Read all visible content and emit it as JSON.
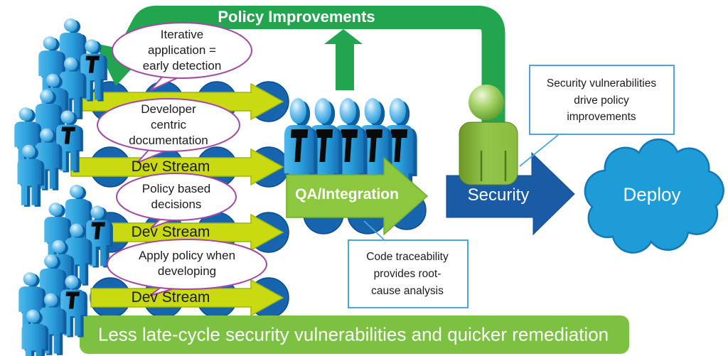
{
  "loop": {
    "label": "Policy Improvements"
  },
  "streams": {
    "row_labels": [
      "",
      "Dev Stream",
      "Dev Stream",
      "Dev Stream"
    ]
  },
  "bubbles": [
    {
      "lines": [
        "Iterative",
        "application =",
        "early detection"
      ]
    },
    {
      "lines": [
        "Developer",
        "centric",
        "documentation"
      ]
    },
    {
      "lines": [
        "Policy based",
        "decisions"
      ]
    },
    {
      "lines": [
        "Apply policy when",
        "developing"
      ]
    }
  ],
  "stages": {
    "qa": {
      "label": "QA/Integration"
    },
    "security": {
      "label": "Security"
    },
    "deploy": {
      "label": "Deploy"
    }
  },
  "callouts": [
    {
      "lines": [
        "Security vulnerabilities",
        "drive policy",
        "improvements"
      ]
    },
    {
      "lines": [
        "Code traceability",
        "provides root-",
        "cause analysis"
      ]
    }
  ],
  "banner": {
    "label": "Less late-cycle security vulnerabilities and quicker remediation"
  },
  "icons": {
    "team_member": "person-icon",
    "team_member_logo": "t-logo-icon",
    "logo_letter": "T",
    "security_role": "security-person-icon",
    "deploy_shape": "cloud-icon",
    "feedback_loop": "pipe-arrow-icon"
  },
  "colors": {
    "loop_green": "#23A550",
    "stream_chartreuse": "#C9DB10",
    "qa_green": "#8DC63F",
    "banner_green": "#7CC142",
    "security_blue": "#1A5BA6",
    "cloud_blue": "#1E9CD8",
    "circle_blue": "#1765AE",
    "people_blue": "#2FA8E0",
    "bubble_outline_purple": "#A349A0",
    "callout_outline_blue": "#4BA6DC"
  }
}
